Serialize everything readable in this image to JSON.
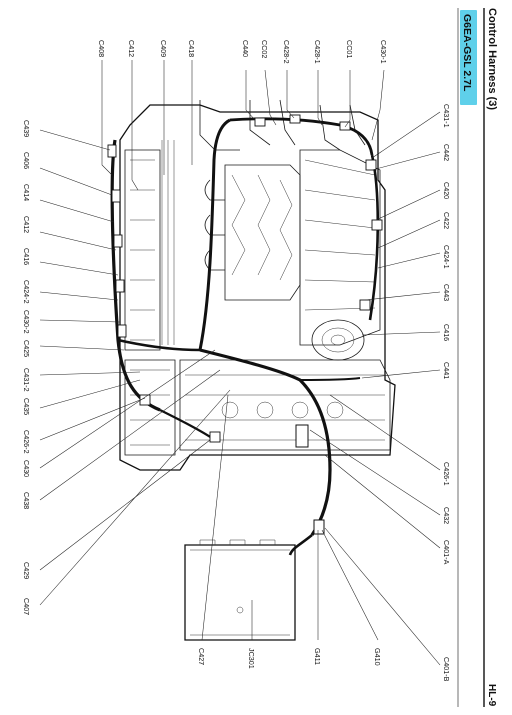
{
  "header": {
    "title": "Control Harness (3)",
    "page_number": "HL-9"
  },
  "model_badge": {
    "text": "G6EA-GSL 2.7L",
    "color": "#5fd0ea"
  },
  "connectors": {
    "top_row": [
      "C408",
      "C412",
      "C409",
      "C418",
      "C440",
      "CC02",
      "C428-2",
      "C428-1",
      "CC01",
      "C430-1"
    ],
    "right_col": [
      "C431-1",
      "C442",
      "C420",
      "C422",
      "C424-1",
      "C443",
      "C416",
      "C441",
      "C426-1",
      "C432",
      "C401-A",
      "C401-B"
    ],
    "left_col": [
      "C439",
      "C406",
      "C414",
      "C412",
      "C416",
      "C424-2",
      "C430-2",
      "C425",
      "C431-2",
      "C435",
      "C426-2",
      "C430",
      "C438",
      "C429",
      "C407"
    ],
    "bottom_row": [
      "C427",
      "JC301",
      "G411",
      "G410"
    ]
  }
}
